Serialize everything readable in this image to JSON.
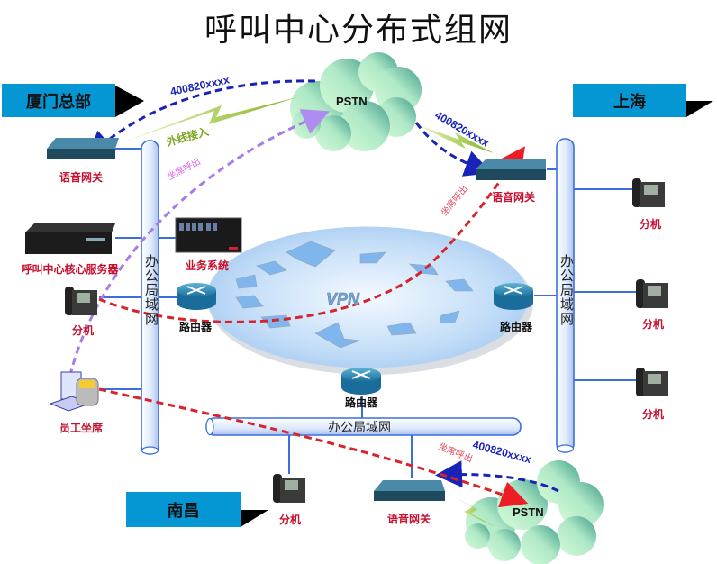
{
  "title": "呼叫中心分布式组网",
  "sites": {
    "xiamen": "厦门总部",
    "shanghai": "上海",
    "nanchang": "南昌"
  },
  "clouds": {
    "pstn_top": "PSTN",
    "pstn_bottom": "PSTN",
    "vpn": "VPN"
  },
  "lan_label": "办公局域网",
  "devices": {
    "xm_gateway": "语音网关",
    "xm_core_server": "呼叫中心核心服务器",
    "xm_business_system": "业务系统",
    "xm_extension": "分机",
    "xm_agent": "员工坐席",
    "xm_router": "路由器",
    "sh_gateway": "语音网关",
    "sh_router": "路由器",
    "sh_extensions": [
      "分机",
      "分机",
      "分机"
    ],
    "nc_router": "路由器",
    "nc_extension": "分机",
    "nc_gateway": "语音网关"
  },
  "links": {
    "trunk_in": "外线接入",
    "number_top": "400820xxxx",
    "number_sh": "400820xxxx",
    "number_nc": "400820xxxx",
    "agent_out_1": "坐席呼出",
    "agent_out_2": "坐席呼出",
    "agent_out_3": "坐席呼出"
  },
  "colors": {
    "site_banner": "#0596d4",
    "device_label": "#c8102e",
    "inbound_call": "#1a23b8",
    "outbound_call_purple": "#a77be8",
    "outbound_call_red": "#d8232a",
    "lan_pipe": "#3b6fe0"
  }
}
